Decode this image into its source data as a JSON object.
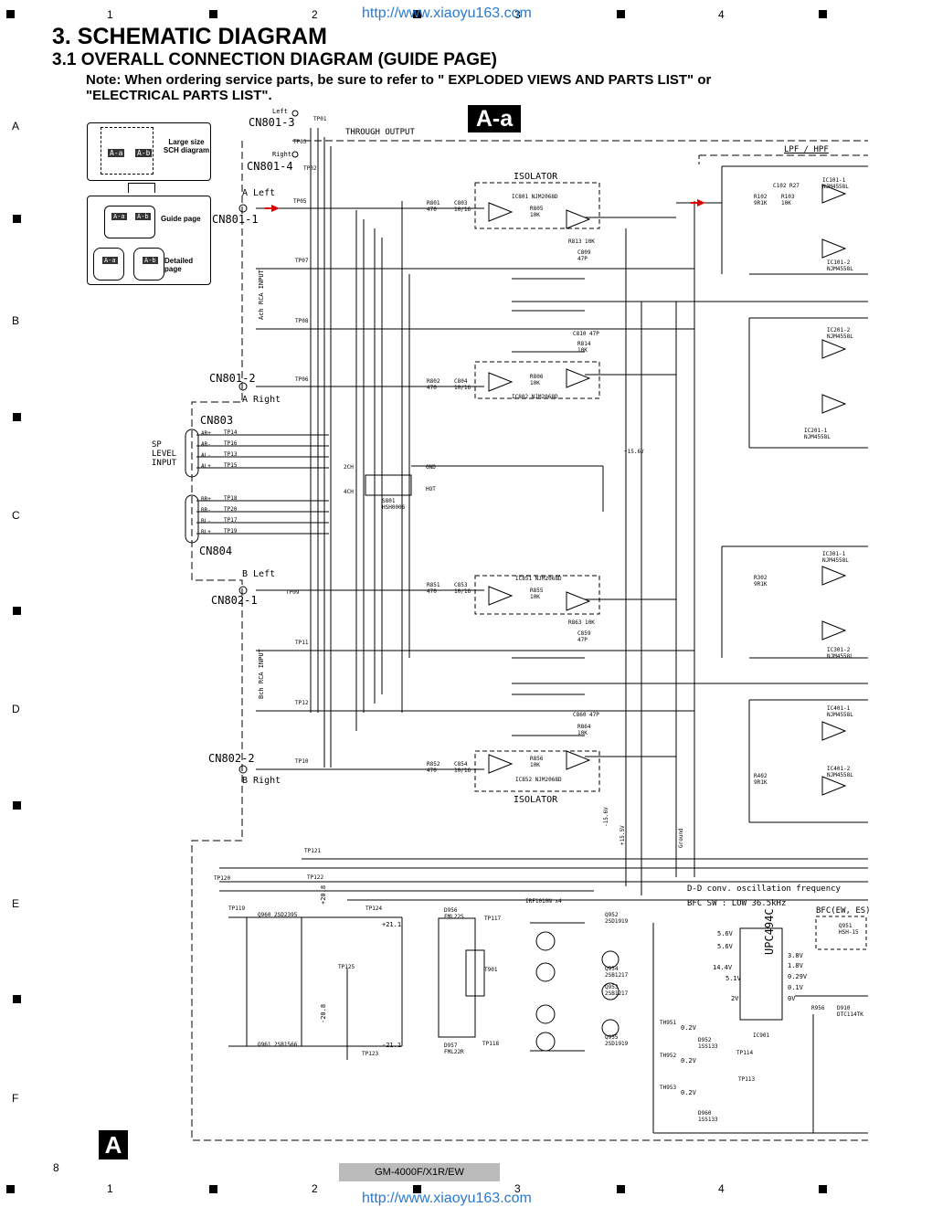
{
  "header": {
    "col_numbers": [
      "1",
      "2",
      "3",
      "4"
    ],
    "row_letters": [
      "A",
      "B",
      "C",
      "D",
      "E",
      "F"
    ],
    "watermark_url": "http://www.xiaoyu163.com"
  },
  "titles": {
    "main": "3. SCHEMATIC DIAGRAM",
    "sub": "3.1 OVERALL CONNECTION DIAGRAM (GUIDE PAGE)",
    "note_line1": "Note: When ordering service parts, be sure to refer to \" EXPLODED VIEWS AND PARTS LIST\" or",
    "note_line2": "\"ELECTRICAL PARTS LIST\"."
  },
  "guide": {
    "large_size_label": "Large size SCH diagram",
    "guide_page_label": "Guide page",
    "detailed_page_label": "Detailed page",
    "tab_a": "A-a",
    "tab_b": "A-b"
  },
  "section_label": "A-a",
  "schematic": {
    "connectors": [
      "CN801-3",
      "CN801-4",
      "CN801-1",
      "CN801-2",
      "CN803",
      "CN804",
      "CN802-1",
      "CN802-2"
    ],
    "labels": {
      "through_output": "THROUGH OUTPUT",
      "lpf_hpf": "LPF / HPF",
      "isolator_top": "ISOLATOR",
      "isolator_bottom": "ISOLATOR",
      "a_left": "A Left",
      "a_right": "A Right",
      "b_left": "B Left",
      "b_right": "B Right",
      "left": "Left",
      "right": "Right",
      "sp_level_input": "SP LEVEL INPUT",
      "ach_input": "Ach RCA INPUT",
      "bch_input": "Bch RCA INPUT",
      "dd_freq": "D-D conv. oscillation frequency",
      "bfc_sw": "BFC SW : LOW  36.5kHz",
      "bfc_ew": "BFC(EW, ES)",
      "plus156": "+15.6V",
      "minus156": "-15.6V",
      "plus15": "+15.5V",
      "ground": "Ground",
      "upc": "UPC494C",
      "ic901": "IC901",
      "s801": "S801 HSH0006",
      "gnd": "GND",
      "hot": "HOT",
      "ch2": "2CH",
      "ch4": "4CH"
    },
    "ic_labels": [
      "IC801 NJM2068D",
      "IC802 NJM2068D",
      "IC851 NJM2068D",
      "IC852 NJM2068D",
      "IC101-1 NJM4558L",
      "IC101-2 NJM4558L",
      "IC201-2 NJM4558L",
      "IC201-1 NJM4558L",
      "IC301-1 NJM4558L",
      "IC301-2 NJM4558L",
      "IC401-1 NJM4558L",
      "IC401-2 NJM4558L"
    ],
    "test_points": [
      "TP01",
      "TP03",
      "TP02",
      "TP05",
      "TP07",
      "TP08",
      "TP06",
      "TP14",
      "TP16",
      "TP13",
      "TP15",
      "TP18",
      "TP20",
      "TP17",
      "TP19",
      "TP09",
      "TP11",
      "TP12",
      "TP10",
      "TP121",
      "TP122",
      "TP120",
      "TP119",
      "TP124",
      "TP125",
      "TP123",
      "TP117",
      "TP118",
      "TP114",
      "TP113"
    ],
    "sp_pins_a": [
      "AR+",
      "AR-",
      "AL-",
      "AL+"
    ],
    "sp_pins_b": [
      "BR+",
      "BR-",
      "BL-",
      "BL+"
    ],
    "parts_top": [
      "R801 470",
      "C803 10/16",
      "R802 470",
      "C804 10/16",
      "R805 10K",
      "R806 10K",
      "R813 10K",
      "C809 47P",
      "R814 10K",
      "C810 47P",
      "R102 9R1K",
      "R103 10K",
      "C102 R27"
    ],
    "parts_bottom": [
      "R851 470",
      "C853 10/16",
      "R852 470",
      "C854 10/16",
      "R855 10K",
      "R856 10K",
      "R863 10K",
      "C859 47P",
      "R864 10K",
      "C860 47P",
      "R302 9R1K",
      "R402 9R1K"
    ],
    "power_parts": [
      "Q960 2SD2395",
      "Q961 2SB1566",
      "D956 FML22S",
      "D957 FML22R",
      "IRF1010N x4",
      "Q952 2SD1919",
      "Q953 2SB1217",
      "Q954 2SB1217",
      "Q955 2SD1919",
      "T901",
      "D952 1SS133",
      "D960 1SS133",
      "TH951",
      "TH952",
      "TH953",
      "R956",
      "D910 DTC114TK",
      "Q951 HSH-15"
    ],
    "voltages": [
      "5.6V",
      "5.6V",
      "14.4V",
      "5.1V",
      "2V",
      "3.8V",
      "1.8V",
      "0.29V",
      "0.1V",
      "0V",
      "0.2V",
      "0.2V",
      "0.2V",
      "+21.1",
      "-21.1",
      "+20.8",
      "-20.8"
    ]
  },
  "bottom": {
    "section_badge": "A",
    "page_number": "8",
    "model": "GM-4000F/X1R/EW"
  }
}
